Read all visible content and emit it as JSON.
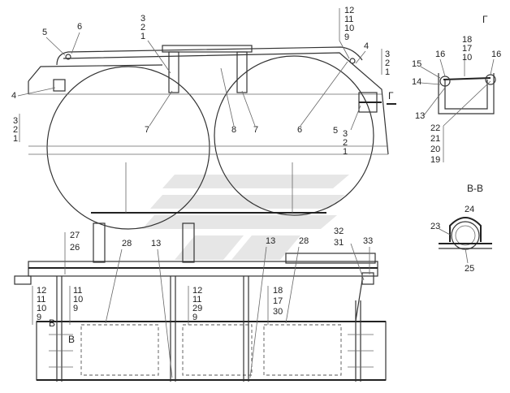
{
  "labels": {
    "side": {
      "c5": "5",
      "c6": "6",
      "s321a": [
        "3",
        "2",
        "1"
      ],
      "s12_11_10_9a": [
        "12",
        "11",
        "10",
        "9"
      ],
      "c4a": "4",
      "c4b": "4",
      "s321b": [
        "3",
        "2",
        "1"
      ],
      "s321c": [
        "3",
        "2",
        "1"
      ],
      "c7a": "7",
      "c8": "8",
      "c7b": "7",
      "c6b": "6",
      "s5321": [
        "5",
        "3",
        "2",
        "1"
      ]
    },
    "viewG": {
      "title": "Г",
      "arrow": "Г",
      "s18_17_10": [
        "18",
        "17",
        "10"
      ],
      "c16a": "16",
      "c16b": "16",
      "c15": "15",
      "c14": "14",
      "c13": "13",
      "s22_21_20_19": [
        "22",
        "21",
        "20",
        "19"
      ]
    },
    "viewB": {
      "title": "В-В",
      "c24": "24",
      "c23": "23",
      "c25": "25"
    },
    "plan": {
      "s27_26": [
        "27",
        "26"
      ],
      "c28a": "28",
      "c13a": "13",
      "c13b": "13",
      "c28b": "28",
      "s32_31": [
        "32",
        "31"
      ],
      "c33": "33",
      "s12_11_10_9b": [
        "12",
        "11",
        "10",
        "9"
      ],
      "s11_10_9": [
        "11",
        "10",
        "9"
      ],
      "s12_11_29_9": [
        "12",
        "11",
        "29",
        "9"
      ],
      "s18_17_30": [
        "18",
        "17",
        "30"
      ],
      "cutB1": "В",
      "cutB2": "В"
    }
  }
}
